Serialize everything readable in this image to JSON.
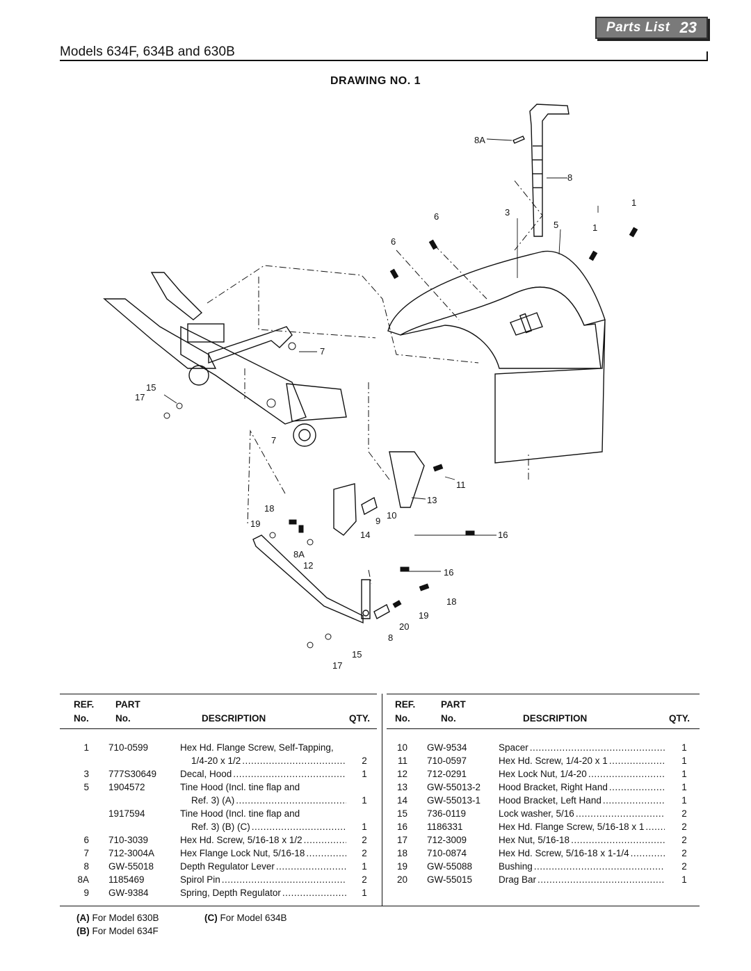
{
  "header": {
    "section_label": "Parts List",
    "page_number": "23",
    "models": "Models 634F, 634B and 630B"
  },
  "drawing": {
    "title": "DRAWING NO. 1",
    "callouts": [
      "8A",
      "8",
      "1",
      "6",
      "3",
      "5",
      "1",
      "6",
      "7",
      "15",
      "17",
      "7",
      "11",
      "13",
      "18",
      "9",
      "10",
      "19",
      "14",
      "16",
      "8A",
      "12",
      "16",
      "18",
      "19",
      "20",
      "8",
      "15",
      "17"
    ]
  },
  "table": {
    "headers": {
      "ref_line1": "REF.",
      "ref_line2": "No.",
      "part_line1": "PART",
      "part_line2": "No.",
      "description": "DESCRIPTION",
      "qty": "QTY."
    },
    "left_rows": [
      {
        "ref": "1",
        "part": "710-0599",
        "desc": "Hex Hd. Flange Screw, Self-Tapping,",
        "qty": "",
        "dots": false
      },
      {
        "ref": "",
        "part": "",
        "desc": "1/4-20 x 1/2",
        "qty": "2",
        "dots": true,
        "indent": true
      },
      {
        "ref": "3",
        "part": "777S30649",
        "desc": "Decal, Hood",
        "qty": "1",
        "dots": true
      },
      {
        "ref": "5",
        "part": "1904572",
        "desc": "Tine Hood (Incl. tine flap and",
        "qty": "",
        "dots": false
      },
      {
        "ref": "",
        "part": "",
        "desc": "Ref. 3) (A)",
        "qty": "1",
        "dots": true,
        "indent": true
      },
      {
        "ref": "",
        "part": "1917594",
        "desc": "Tine Hood (Incl. tine flap and",
        "qty": "",
        "dots": false
      },
      {
        "ref": "",
        "part": "",
        "desc": "Ref. 3) (B) (C)",
        "qty": "1",
        "dots": true,
        "indent": true
      },
      {
        "ref": "6",
        "part": "710-3039",
        "desc": "Hex Hd. Screw, 5/16-18 x 1/2",
        "qty": "2",
        "dots": true
      },
      {
        "ref": "7",
        "part": "712-3004A",
        "desc": "Hex Flange Lock Nut, 5/16-18",
        "qty": "2",
        "dots": true
      },
      {
        "ref": "8",
        "part": "GW-55018",
        "desc": "Depth Regulator Lever",
        "qty": "1",
        "dots": true
      },
      {
        "ref": "8A",
        "part": "1185469",
        "desc": "Spirol Pin",
        "qty": "2",
        "dots": true
      },
      {
        "ref": "9",
        "part": "GW-9384",
        "desc": "Spring, Depth Regulator",
        "qty": "1",
        "dots": true
      }
    ],
    "right_rows": [
      {
        "ref": "10",
        "part": "GW-9534",
        "desc": "Spacer",
        "qty": "1",
        "dots": true
      },
      {
        "ref": "11",
        "part": "710-0597",
        "desc": "Hex Hd. Screw, 1/4-20 x 1",
        "qty": "1",
        "dots": true
      },
      {
        "ref": "12",
        "part": "712-0291",
        "desc": "Hex Lock Nut, 1/4-20",
        "qty": "1",
        "dots": true
      },
      {
        "ref": "13",
        "part": "GW-55013-2",
        "desc": "Hood Bracket, Right Hand",
        "qty": "1",
        "dots": true
      },
      {
        "ref": "14",
        "part": "GW-55013-1",
        "desc": "Hood Bracket, Left Hand",
        "qty": "1",
        "dots": true
      },
      {
        "ref": "15",
        "part": "736-0119",
        "desc": "Lock washer, 5/16",
        "qty": "2",
        "dots": true
      },
      {
        "ref": "16",
        "part": "1186331",
        "desc": "Hex Hd. Flange Screw, 5/16-18 x 1",
        "qty": "2",
        "dots": true
      },
      {
        "ref": "17",
        "part": "712-3009",
        "desc": "Hex Nut, 5/16-18",
        "qty": "2",
        "dots": true
      },
      {
        "ref": "18",
        "part": "710-0874",
        "desc": "Hex Hd. Screw, 5/16-18 x 1-1/4",
        "qty": "2",
        "dots": true
      },
      {
        "ref": "19",
        "part": "GW-55088",
        "desc": "Bushing",
        "qty": "2",
        "dots": true
      },
      {
        "ref": "20",
        "part": "GW-55015",
        "desc": "Drag Bar",
        "qty": "1",
        "dots": true
      }
    ]
  },
  "notes": {
    "a_key": "(A)",
    "a_text": "For Model 630B",
    "b_key": "(B)",
    "b_text": "For Model 634F",
    "c_key": "(C)",
    "c_text": "For Model 634B"
  }
}
